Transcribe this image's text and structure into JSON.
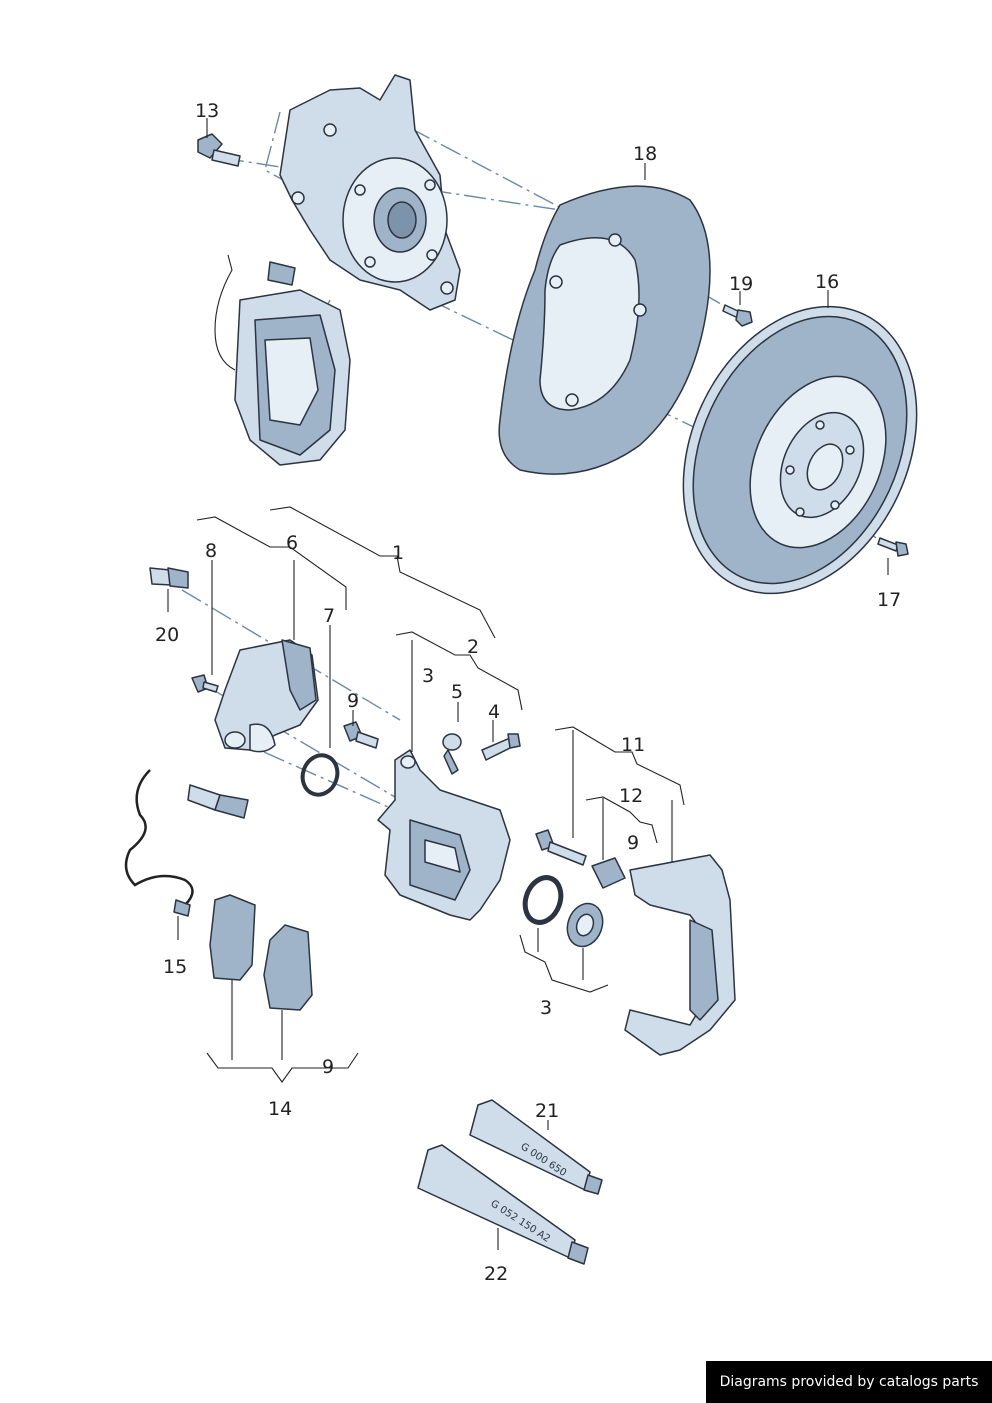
{
  "labels": {
    "l1": "1",
    "l2": "2",
    "l3a": "3",
    "l3b": "3",
    "l4": "4",
    "l5": "5",
    "l6": "6",
    "l7": "7",
    "l8": "8",
    "l9a": "9",
    "l9b": "9",
    "l9c": "9",
    "l11": "11",
    "l12": "12",
    "l13": "13",
    "l14": "14",
    "l15": "15",
    "l16": "16",
    "l17": "17",
    "l18": "18",
    "l19": "19",
    "l20": "20",
    "l21": "21",
    "l22": "22"
  },
  "tubes": {
    "upper": "G 000 650",
    "lower": "G 052 150 A2"
  },
  "footer": "Diagrams provided by catalogs parts"
}
